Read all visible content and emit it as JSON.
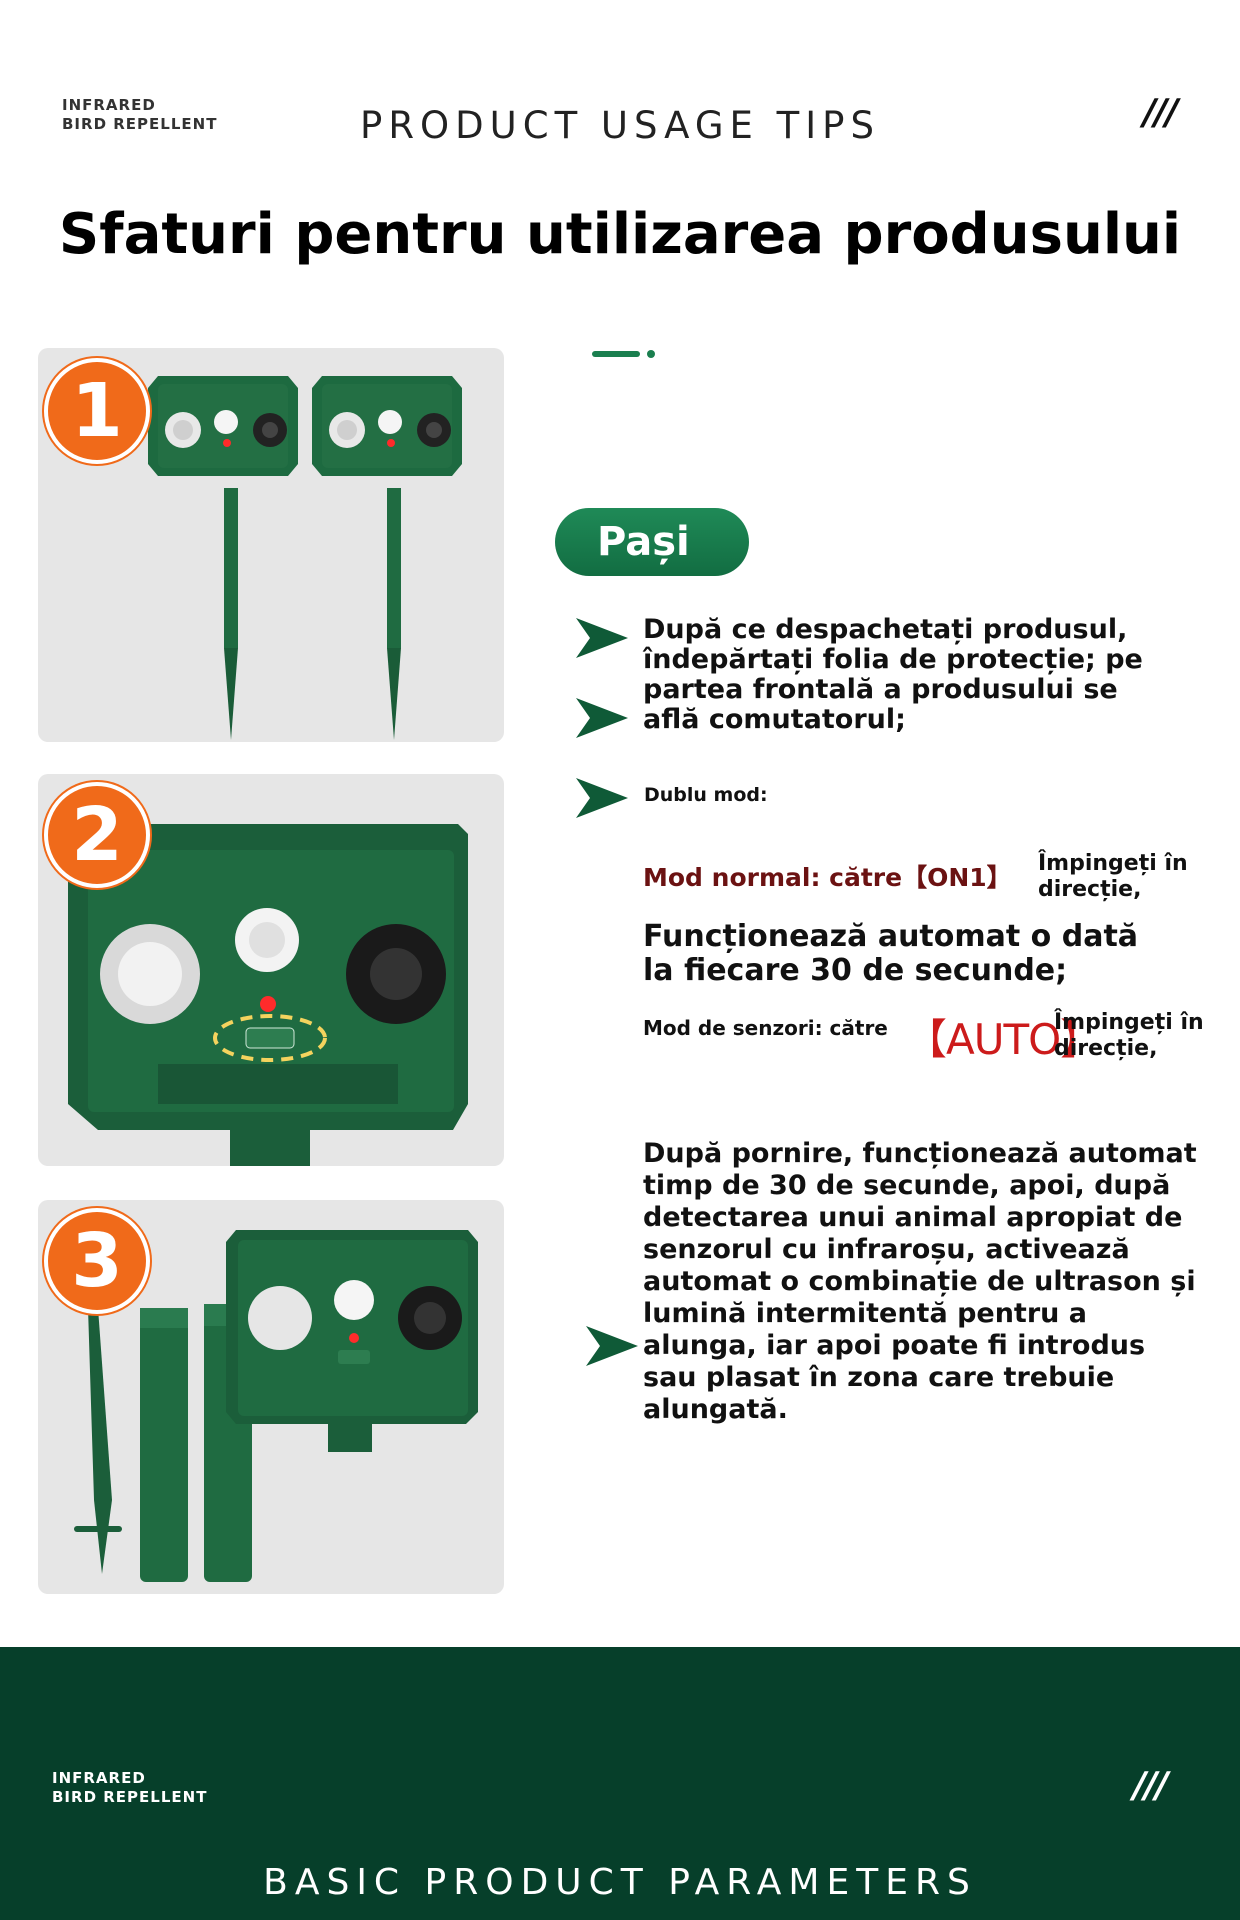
{
  "header": {
    "brand_line1": "INFRARED",
    "brand_line2": "BIRD REPELLENT",
    "title": "PRODUCT USAGE TIPS",
    "slashes": "///"
  },
  "main_title": "Sfaturi pentru utilizarea produsului",
  "step_numbers": [
    "1",
    "2",
    "3"
  ],
  "steps_label": "Pași",
  "step1_text": "După ce despachetați produsul, îndepărtați folia de protecție; pe partea frontală a produsului se află comutatorul;",
  "dual_mode_label": "Dublu mod:",
  "normal_mode": {
    "label": "Mod normal: către【ON1】",
    "push": "Împingeți în direcție,",
    "description": "Funcționează automat o dată la fiecare 30 de secunde;"
  },
  "sensor_mode": {
    "label": "Mod de senzori: către",
    "tag": "【AUTO】",
    "push": "Împingeți în direcție,"
  },
  "step3_text": "După pornire, funcționează automat timp de 30 de secunde, apoi, după detectarea unui animal apropiat de senzorul cu infraroșu, activează automat o combinație de ultrason și lumină intermitentă pentru a alunga, iar apoi poate fi introdus sau plasat în zona care trebuie alungată.",
  "footer": {
    "brand_line1": "INFRARED",
    "brand_line2": "BIRD REPELLENT",
    "slashes": "///",
    "title": "BASIC PRODUCT PARAMETERS"
  },
  "colors": {
    "accent_green": "#1a7f4f",
    "device_green": "#1b5e3a",
    "footer_green": "#063f2a",
    "badge_orange": "#f06a1a",
    "auto_red": "#cc1b1b",
    "normal_mode_text": "#6b1212"
  },
  "icons": [
    "arrow-right-icon",
    "motion-sensor-icon",
    "speaker-icon",
    "led-icon"
  ]
}
